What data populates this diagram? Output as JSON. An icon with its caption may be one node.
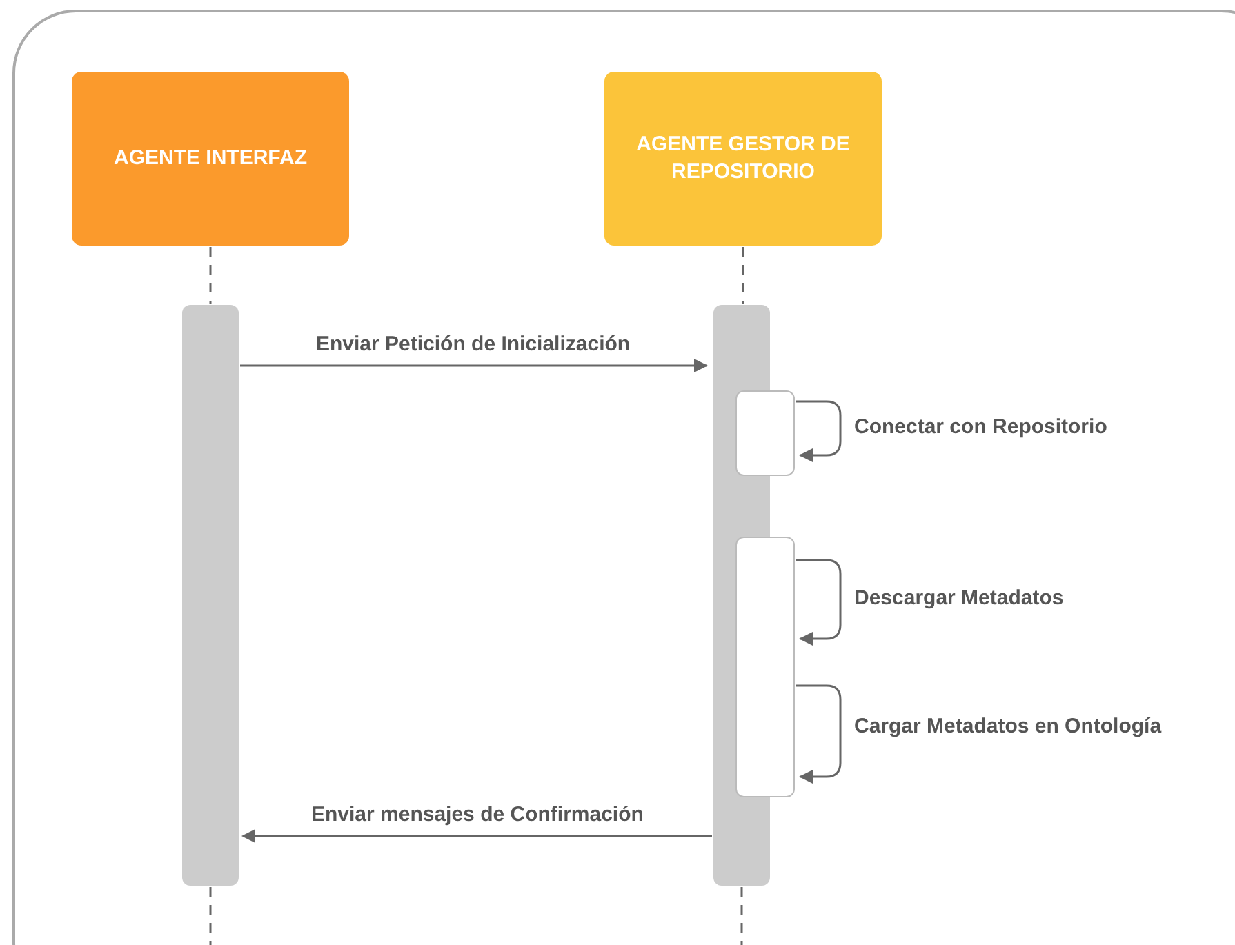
{
  "diagram": {
    "nodes": [
      {
        "text": [
          "AGENTE  INTERFAZ"
        ]
      },
      {
        "text": [
          "AGENTE  GESTOR DE REPOSITORIO"
        ]
      },
      {
        "text": [],
        "shape": "bar"
      },
      {
        "text": [],
        "shape": "bar"
      },
      {
        "text": [],
        "shape": "box"
      },
      {
        "text": [],
        "shape": "box"
      }
    ],
    "edges": [
      {
        "from": 0,
        "to": 2,
        "arrow": "none",
        "style": "dashed"
      },
      {
        "from": 1,
        "to": 3,
        "arrow": "none",
        "style": "dashed"
      },
      {
        "from": 2,
        "to": 3,
        "arrow": "to",
        "label": "Enviar Petición de Inicialización"
      },
      {
        "from": 4,
        "to": 4,
        "arrow": "to",
        "label": "Conectar con Repositorio"
      },
      {
        "from": 5,
        "to": 5,
        "arrow": "to",
        "label": "Descargar Metadatos"
      },
      {
        "from": 5,
        "to": 5,
        "arrow": "to",
        "label": "Cargar Metadatos en Ontología"
      },
      {
        "from": 3,
        "to": 2,
        "arrow": "to",
        "label": "Enviar mensajes de Confirmación"
      },
      {
        "from": 2,
        "to": null,
        "arrow": "none",
        "style": "dashed"
      },
      {
        "from": 3,
        "to": null,
        "arrow": "none",
        "style": "dashed"
      }
    ]
  }
}
